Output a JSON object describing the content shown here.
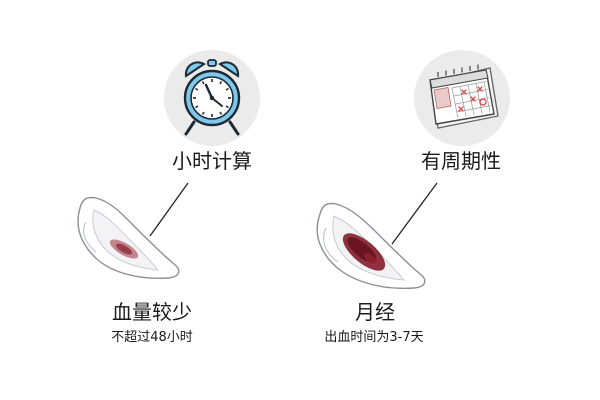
{
  "labels": {
    "hourly_count": "小时计算",
    "periodicity": "有周期性",
    "light_flow": "血量较少",
    "light_flow_note": "不超过48小时",
    "menstruation": "月经",
    "menstruation_note": "出血时间为3-7天"
  },
  "icons": {
    "clock": "alarm-clock-icon",
    "calendar": "calendar-icon",
    "pad_light": "sanitary-pad-light-stain-icon",
    "pad_heavy": "sanitary-pad-heavy-stain-icon"
  },
  "colors": {
    "circle_bg": "#ebebeb",
    "clock_blue": "#7ec8ec",
    "clock_dark": "#1e2a33",
    "calendar_red": "#d9534f",
    "pad_outline": "#8a8f99",
    "stain_light": "#9b2a3a",
    "stain_heavy": "#7a0f1e"
  }
}
